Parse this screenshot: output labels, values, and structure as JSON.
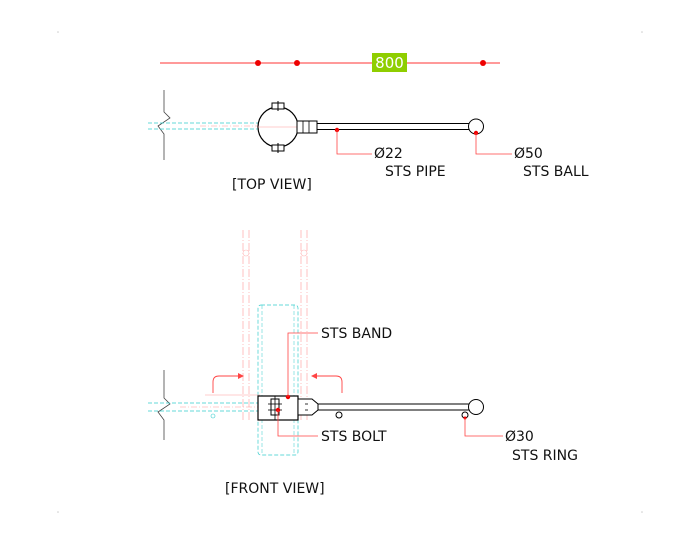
{
  "dimension": {
    "value": "800",
    "badge_color": "#8fce00",
    "line_color": "#ff3333"
  },
  "top_view": {
    "title": "[TOP VIEW]",
    "pipe_dia": "Ø22",
    "pipe_label": "STS PIPE",
    "ball_dia": "Ø50",
    "ball_label": "STS BALL"
  },
  "front_view": {
    "title": "[FRONT VIEW]",
    "band_label": "STS BAND",
    "bolt_label": "STS BOLT",
    "ring_dia": "Ø30",
    "ring_label": "STS RING"
  },
  "colors": {
    "outline": "#000000",
    "leader": "#ff4444",
    "hidden": "#33cccc",
    "center": "#ff9999",
    "point": "#ee0000"
  }
}
